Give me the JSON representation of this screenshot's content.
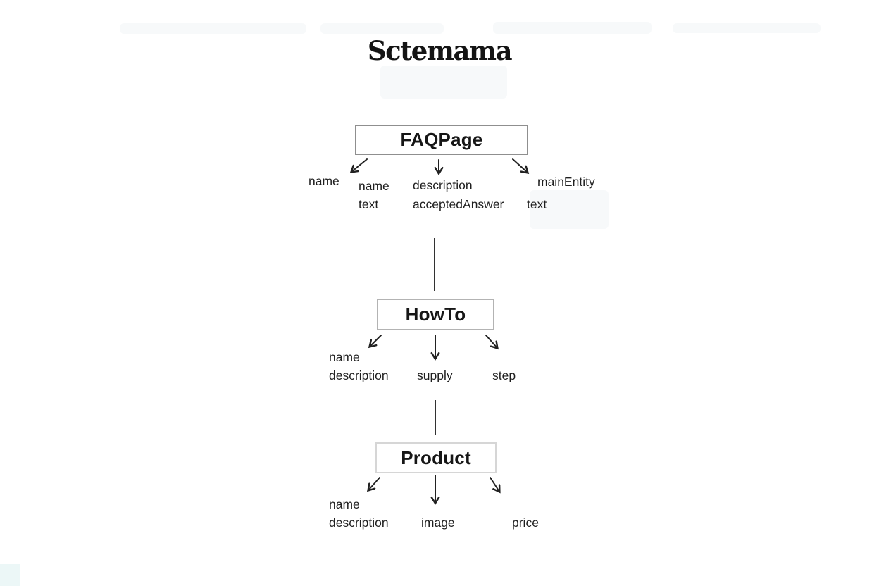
{
  "title": "Sctemama",
  "nodes": [
    {
      "label": "FAQPage",
      "properties": [
        "name",
        "name",
        "text",
        "description",
        "acceptedAnswer",
        "mainEntity",
        "text"
      ]
    },
    {
      "label": "HowTo",
      "properties": [
        "name",
        "description",
        "supply",
        "step"
      ]
    },
    {
      "label": "Product",
      "properties": [
        "name",
        "description",
        "image",
        "price"
      ]
    }
  ],
  "colors": {
    "background": "#ffffff",
    "text": "#1f1f1f",
    "arrow": "#222222",
    "faqpage_border": "#8f8f8f",
    "howto_border": "#b3b3b3",
    "product_border": "#d6d6d6"
  }
}
